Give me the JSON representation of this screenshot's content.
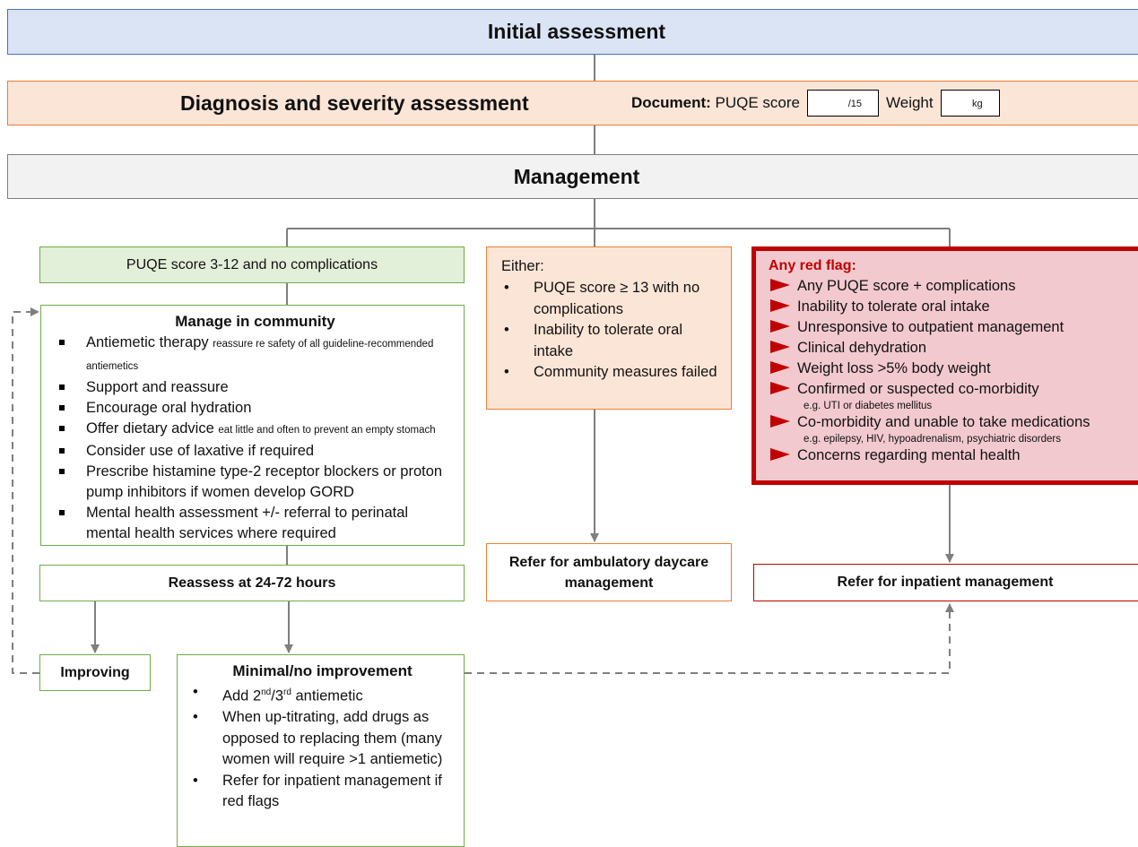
{
  "initial": {
    "title": "Initial assessment"
  },
  "diagnosis": {
    "title": "Diagnosis and severity assessment",
    "document_label": "Document:",
    "puqe_label": "PUQE score",
    "puqe_unit": "/15",
    "weight_label": "Weight",
    "weight_unit": "kg"
  },
  "management": {
    "title": "Management"
  },
  "puqe_box": {
    "text": "PUQE score 3-12 and no complications"
  },
  "community": {
    "title": "Manage in community",
    "items": [
      {
        "text": "Antiemetic therapy",
        "note": "reassure re safety of all guideline-recommended antiemetics"
      },
      {
        "text": "Support and reassure",
        "note": ""
      },
      {
        "text": "Encourage oral hydration",
        "note": ""
      },
      {
        "text": "Offer dietary advice",
        "note": "eat little and often to prevent an empty stomach"
      },
      {
        "text": "Consider use of laxative if required",
        "note": ""
      },
      {
        "text": "Prescribe histamine type-2 receptor blockers or proton pump inhibitors if women develop GORD",
        "note": ""
      },
      {
        "text": "Mental health assessment +/- referral to perinatal mental health services where required",
        "note": ""
      }
    ]
  },
  "reassess": {
    "text": "Reassess at 24-72 hours"
  },
  "improving": {
    "text": "Improving"
  },
  "minimal": {
    "title": "Minimal/no improvement",
    "item1": {
      "pre": "Add 2",
      "sup1": "nd",
      "mid": "/3",
      "sup2": "rd",
      "post": " antiemetic"
    },
    "item2": "When up-titrating, add drugs as opposed to replacing them (many women will require >1 antiemetic)",
    "item3": "Refer for inpatient management if red flags"
  },
  "either": {
    "title": "Either:",
    "items": [
      "PUQE score ≥ 13 with no complications",
      "Inability to tolerate oral intake",
      "Community measures failed"
    ]
  },
  "ambulatory": {
    "text": "Refer for ambulatory daycare management"
  },
  "red_flag": {
    "title": "Any red flag:",
    "items": [
      {
        "text": "Any PUQE score + complications",
        "sub": ""
      },
      {
        "text": "Inability to tolerate oral intake",
        "sub": ""
      },
      {
        "text": "Unresponsive to outpatient management",
        "sub": ""
      },
      {
        "text": "Clinical dehydration",
        "sub": ""
      },
      {
        "text": "Weight loss >5% body weight",
        "sub": ""
      },
      {
        "text": "Confirmed or suspected co-morbidity",
        "sub": "e.g. UTI or diabetes mellitus"
      },
      {
        "text": "Co-morbidity and unable to take medications",
        "sub": "e.g. epilepsy, HIV, hypoadrenalism, psychiatric disorders"
      },
      {
        "text": "Concerns regarding mental health",
        "sub": ""
      }
    ]
  },
  "inpatient": {
    "text": "Refer for inpatient management"
  },
  "colors": {
    "blue_fill": "#dbe4f5",
    "blue_border": "#4472c4",
    "orange_fill": "#fbe5d6",
    "orange_border": "#ed7d31",
    "grey_fill": "#f2f2f2",
    "green_fill": "#e2efd9",
    "green_border": "#70ad47",
    "red_fill": "#f2c9cf",
    "red_border": "#c00000",
    "connector": "#7f7f7f"
  },
  "icons": {
    "flag_bullet": "red-flag-icon"
  }
}
